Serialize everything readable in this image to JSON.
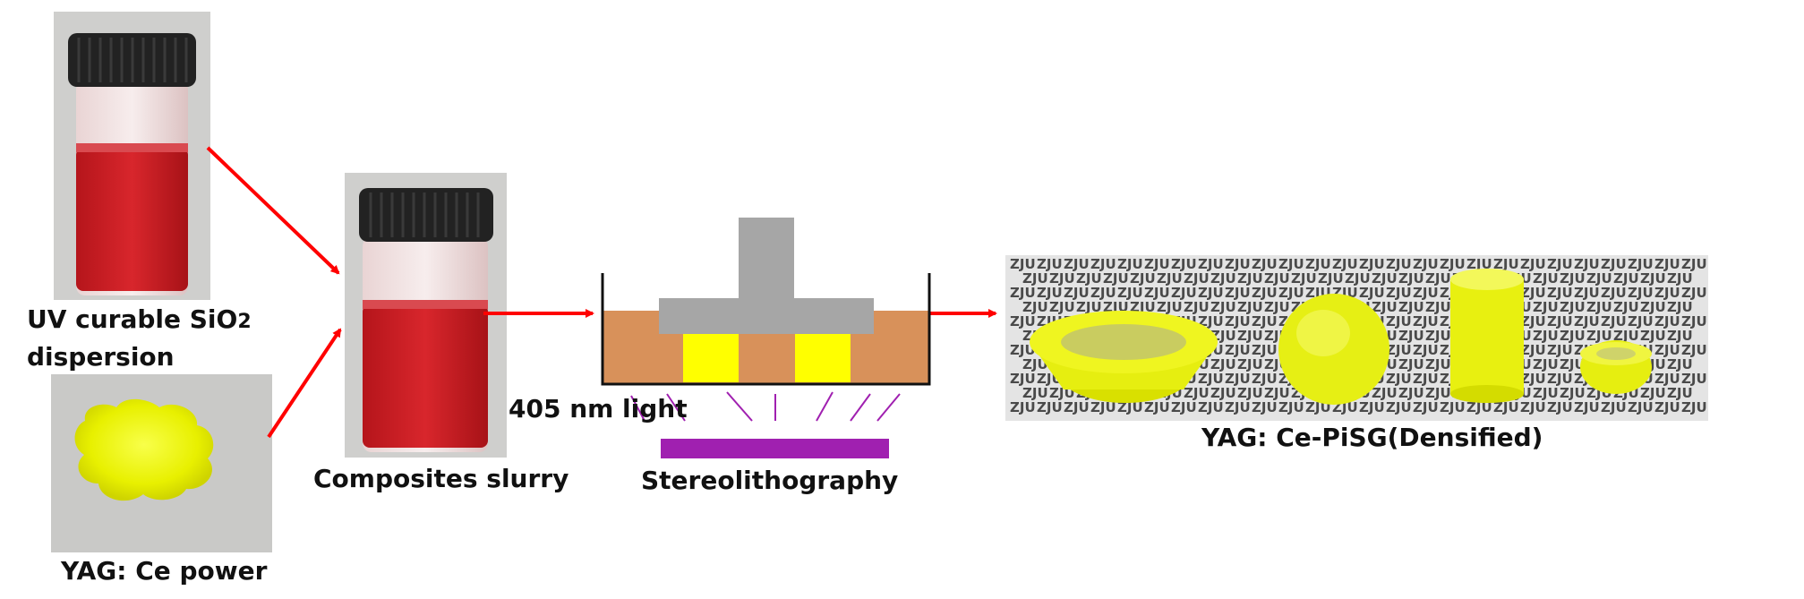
{
  "labels": {
    "silica": "UV curable SiO",
    "silica_sub": "2",
    "silica_line2": "dispersion",
    "yag_powder": "YAG: Ce power",
    "composite": "Composites slurry",
    "light": "405 nm light",
    "stereo": "Stereolithography",
    "product": "YAG: Ce-PiSG(Densified)"
  },
  "background_text": "ZJU",
  "colors": {
    "arrow": "#ff0000",
    "slurry_red": "#cc1f24",
    "resin_tan": "#d8915a",
    "platform_gray": "#a6a6a6",
    "cured_yellow": "#ffff00",
    "light_purple": "#a020b0",
    "phosphor_yellow": "#e8f000",
    "cap_black": "#222222"
  }
}
